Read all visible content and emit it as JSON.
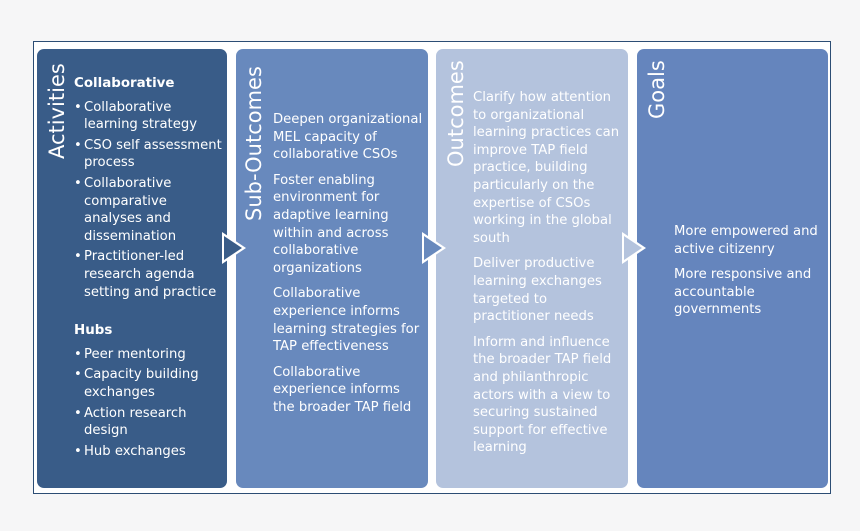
{
  "panels": {
    "activities": {
      "title": "Activities",
      "collaborative_head": "Collaborative",
      "collaborative_items": [
        "Collaborative learning strategy",
        "CSO self assessment process",
        "Collaborative comparative analyses and dissemination",
        "Practitioner-led research agenda setting and practice"
      ],
      "hubs_head": "Hubs",
      "hubs_items": [
        "Peer mentoring",
        "Capacity building exchanges",
        "Action research design",
        "Hub exchanges"
      ]
    },
    "sub_outcomes": {
      "title": "Sub-Outcomes",
      "items": [
        "Deepen organizational MEL capacity of collaborative CSOs",
        "Foster enabling environment for adaptive learning within and across collaborative organizations",
        "Collaborative experience informs learning strategies for TAP effectiveness",
        "Collaborative experience informs the broader TAP field"
      ]
    },
    "outcomes": {
      "title": "Outcomes",
      "items": [
        "Clarify how attention to organizational learning practices can improve TAP field practice, building particularly on the expertise of CSOs working in the global south",
        "Deliver productive learning exchanges targeted to practitioner needs",
        "Inform and influence the broader TAP field and philanthropic actors with a view to securing sustained support for effective learning"
      ]
    },
    "goals": {
      "title": "Goals",
      "items": [
        "More empowered and active citizenry",
        "More responsive and accountable governments"
      ]
    }
  },
  "colors": {
    "activities": "#395c88",
    "sub_outcomes": "#6889bd",
    "outcomes": "#b4c3dd",
    "goals": "#6585bd"
  }
}
